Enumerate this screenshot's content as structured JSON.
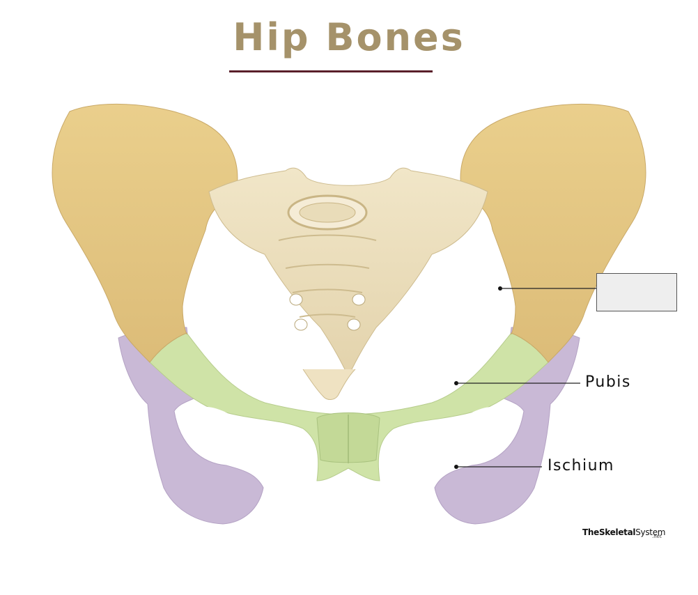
{
  "title": "Hip Bones",
  "labels": {
    "ilium": "",
    "pubis": "Pubis",
    "ischium": "Ischium"
  },
  "watermark": {
    "bold_part": "TheSkeletal",
    "regular_part": "System",
    "suffix": ".net"
  },
  "colors": {
    "ilium": "#e4c886",
    "pubis": "#cfe3a7",
    "ischium": "#c9b9d6",
    "sacrum": "#efe2c2",
    "title": "#a5926a",
    "title_rule": "#5a1f2a"
  }
}
